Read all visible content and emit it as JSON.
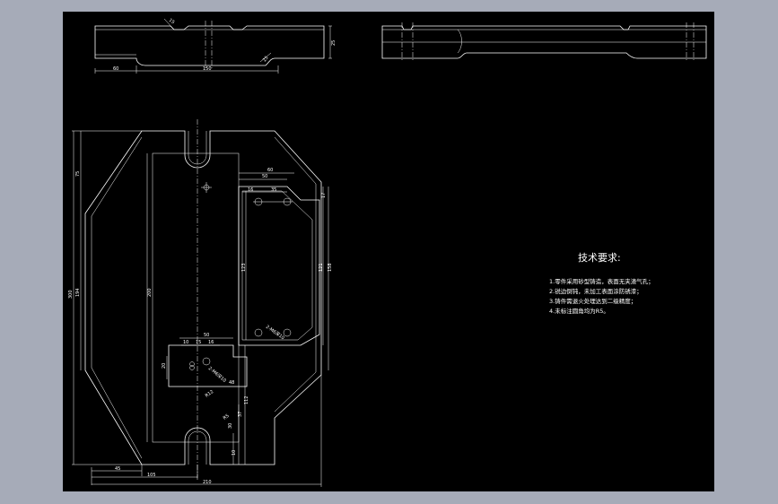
{
  "drawing": {
    "top_view_left_dims": [
      "15",
      "60",
      "150",
      "25",
      "25"
    ],
    "top_view_right_dims": [],
    "front_dims": {
      "outer_height": "300",
      "left_height": "194",
      "chamfer_top": "75",
      "center_height": "200",
      "bottom_45": "45",
      "bottom_105": "105",
      "bottom_210": "210",
      "pocket_60": "60",
      "pocket_50": "50",
      "pocket_16": "16",
      "pocket_35": "35",
      "pocket_17": "17",
      "pocket_123": "123",
      "pocket_121": "121",
      "pocket_158": "158",
      "pocket_hole": "2-M6深10",
      "small_50": "50",
      "small_10": "10",
      "small_15": "15",
      "small_16": "16",
      "small_20": "20",
      "small_48": "48",
      "small_hole": "2-M6深10",
      "slot_r": "R12",
      "slot_r2": "R5",
      "dim_112": "112",
      "dim_37": "37",
      "dim_10": "10",
      "dim_30": "30"
    },
    "notes": {
      "title": "技术要求:",
      "lines": [
        "1.零件采用砂型铸造，表面无夹渣气孔；",
        "2.锐边倒钝，未加工表面涂防锈漆；",
        "3.铸件需退火处理达到二级精度；",
        "4.未标注圆角均为R5。"
      ]
    },
    "colors": {
      "background": "#a6abb8",
      "sheet": "#000000",
      "line": "#ffffff"
    }
  }
}
